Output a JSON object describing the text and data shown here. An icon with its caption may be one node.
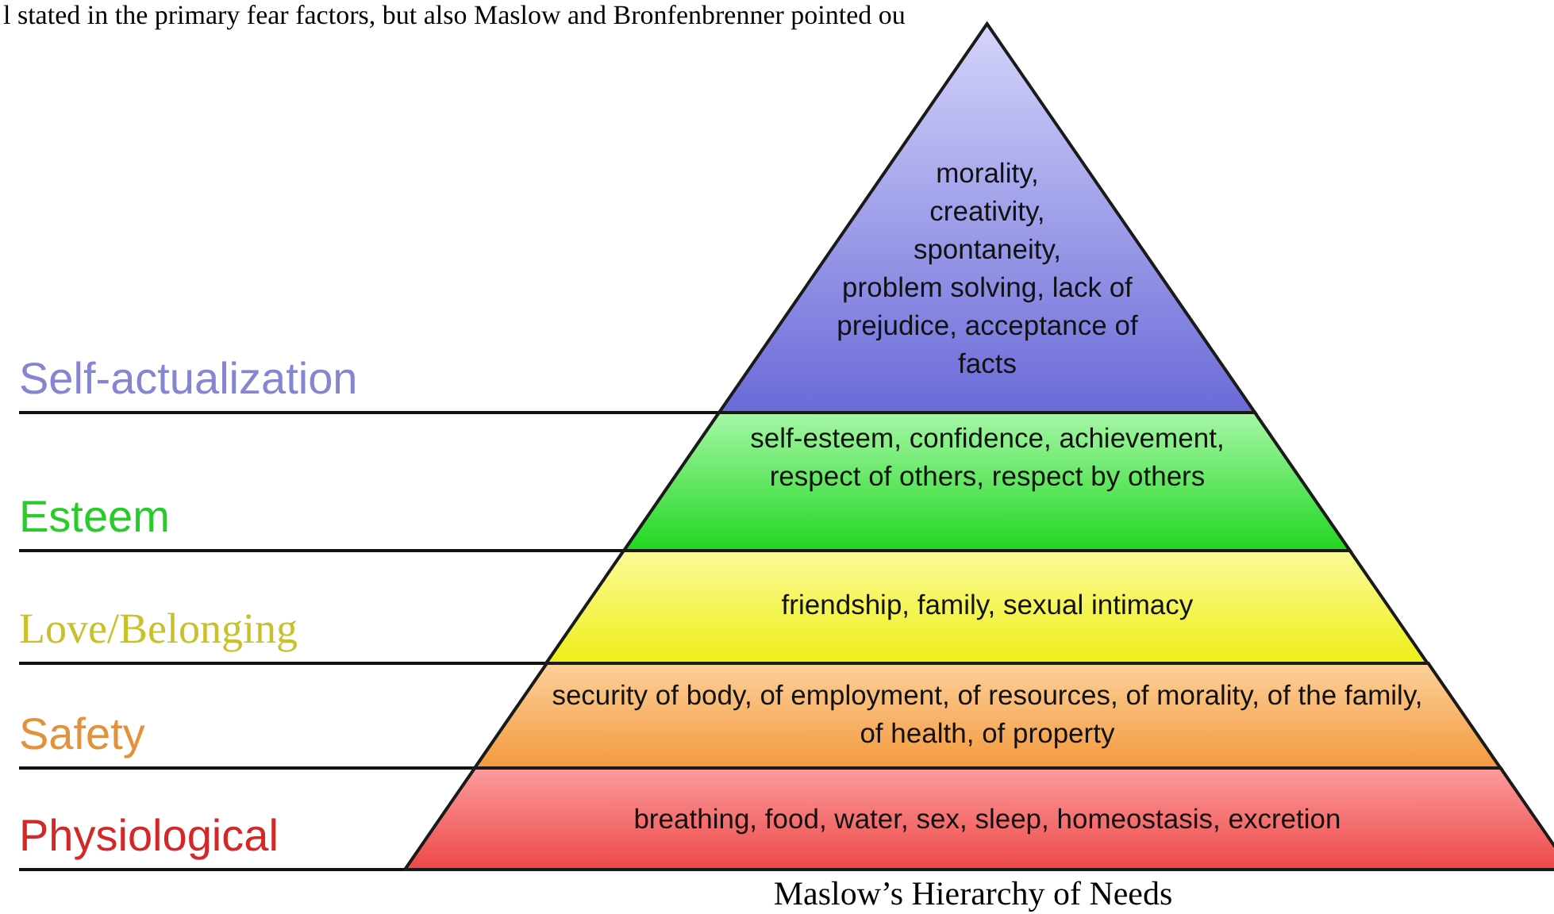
{
  "diagram": {
    "caption": "Maslow’s Hierarchy of Needs",
    "nodes": [
      {
        "text": [
          "morality, creativity, spontaneity, problem solving, lack of prejudice, acceptance of facts"
        ]
      },
      {
        "text": [
          "self-esteem, confidence, achievement, respect of others, respect by others"
        ]
      },
      {
        "text": [
          "friendship, family, sexual intimacy"
        ]
      },
      {
        "text": [
          "security of body, of employment, of resources, of morality, of the family, of health, of property"
        ]
      },
      {
        "text": [
          "breathing, food, water, sex, sleep, homeostasis, excretion"
        ]
      }
    ],
    "labels": [
      "l stated in the primary fear factors, but also Maslow and Bronfenbrenner pointed ou",
      "Self-actualization",
      "Esteem",
      "Love/Belonging",
      "Safety",
      "Physiological"
    ]
  }
}
